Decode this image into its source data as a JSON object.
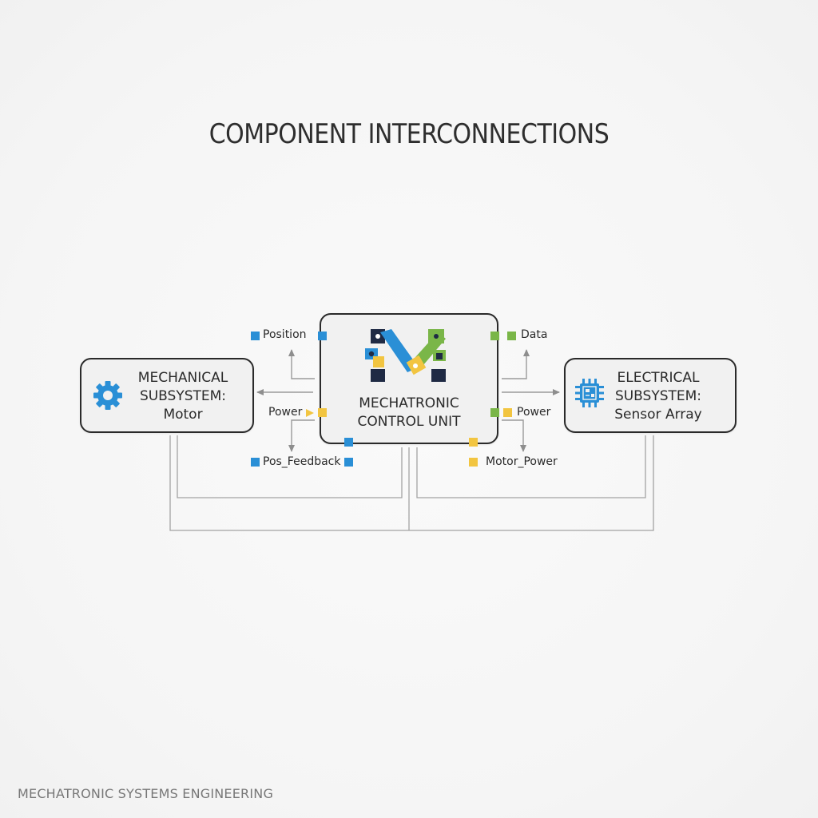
{
  "title": "COMPONENT INTERCONNECTIONS",
  "footer": "MECHATRONIC SYSTEMS ENGINEERING",
  "colors": {
    "signal_blue": "#2a8fd6",
    "power_yellow": "#f2c541",
    "data_green": "#7ab648",
    "dark_navy": "#1f2a44",
    "wire_gray": "#9a9a9a",
    "border": "#2a2a2a"
  },
  "blocks": {
    "mechanical": {
      "label": "MECHANICAL\nSUBSYSTEM:\nMotor",
      "icon": "gear-icon"
    },
    "control": {
      "label": "MECHATRONIC\nCONTROL UNIT",
      "icon": "mechatronic-m-logo"
    },
    "electrical": {
      "label": "ELECTRICAL\nSUBSYSTEM:\nSensor Array",
      "icon": "chip-icon"
    }
  },
  "ports": {
    "position": "Position",
    "power_left": "Power",
    "pos_feedback": "Pos_Feedback",
    "data": "Data",
    "power_right": "Power",
    "motor_power": "Motor_Power"
  }
}
